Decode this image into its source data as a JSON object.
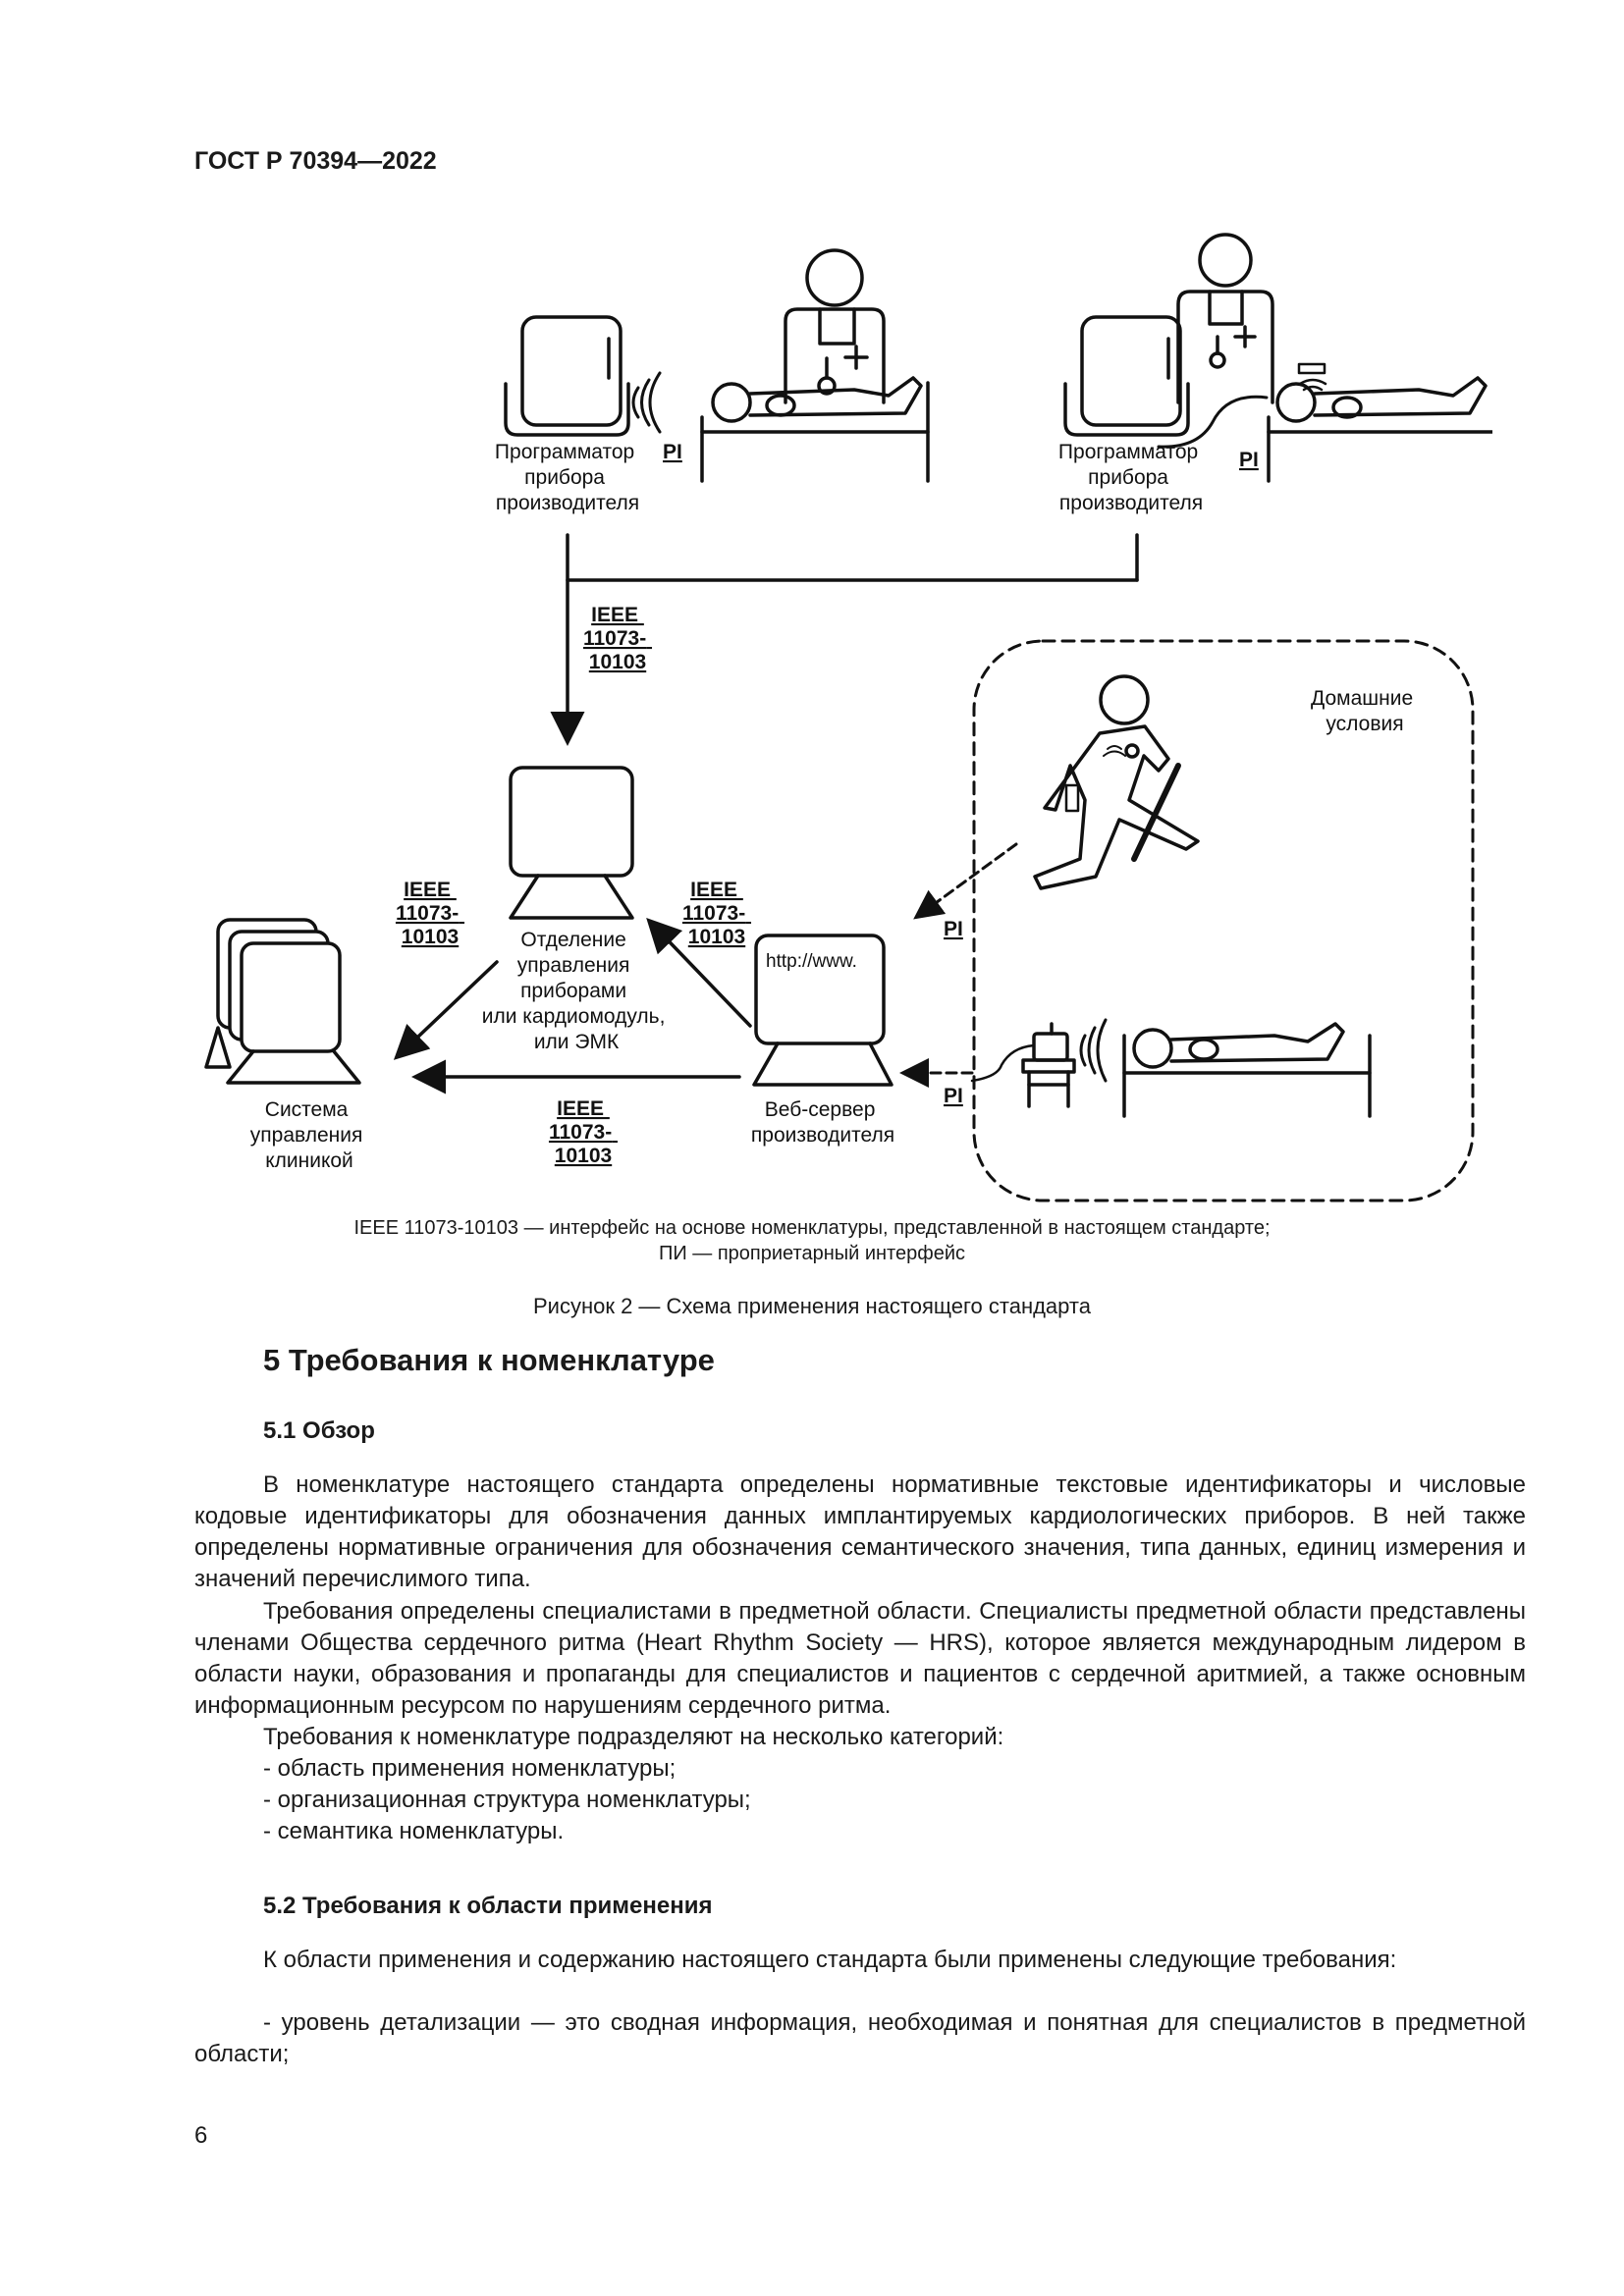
{
  "header": "ГОСТ Р 70394—2022",
  "figure": {
    "programmer_left": [
      "Программатор",
      "прибора",
      "производителя"
    ],
    "programmer_right": [
      "Программатор",
      "прибора",
      "производителя"
    ],
    "pi": "PI",
    "ieee": [
      "IEEE",
      "11073-",
      "10103"
    ],
    "center_label": [
      "Отделение",
      "управления",
      "приборами",
      "или кардиомодуль,",
      "или ЭМК"
    ],
    "clinic_label": [
      "Система",
      "управления",
      "клиникой"
    ],
    "webserver_label": [
      "Веб-сервер",
      "производителя"
    ],
    "webserver_url": "http://www.",
    "home_label": [
      "Домашние",
      "условия"
    ]
  },
  "legend": [
    "IEEE 11073-10103 — интерфейс на основе номенклатуры, представленной в настоящем стандарте;",
    "ПИ — проприетарный интерфейс"
  ],
  "caption": "Рисунок 2 — Схема применения настоящего стандарта",
  "section5": {
    "title": "5 Требования к номенклатуре",
    "s51_title": "5.1 Обзор",
    "p1": "В номенклатуре настоящего стандарта определены нормативные текстовые идентификаторы и числовые кодовые идентификаторы для обозначения данных имплантируемых кардиологических приборов. В ней также определены нормативные ограничения для обозначения семантического значения, типа данных, единиц измерения и значений перечислимого типа.",
    "p2": "Требования определены специалистами в предметной области. Специалисты предметной области представлены членами Общества сердечного ритма (Heart Rhythm Society — HRS), которое является международным лидером в области науки, образования и пропаганды для специалистов и пациентов с сердечной аритмией, а также основным информационным ресурсом по нарушениям сердечного ритма.",
    "p3": "Требования к номенклатуре подразделяют на несколько категорий:",
    "items": [
      "- область применения номенклатуры;",
      "- организационная структура номенклатуры;",
      "- семантика номенклатуры."
    ],
    "s52_title": "5.2 Требования к области применения",
    "p4": "К области применения и содержанию настоящего стандарта были применены следующие требования:",
    "p5": "- уровень детализации — это сводная информация, необходимая и понятная для специалистов в предметной области;"
  },
  "page_number": "6"
}
